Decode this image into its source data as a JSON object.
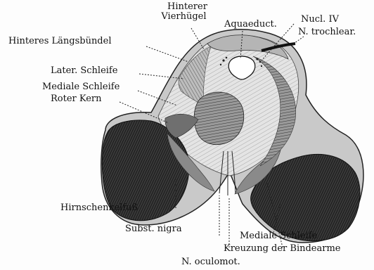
{
  "labels": {
    "hinterer_vierhuegel": [
      "Hinterer",
      "Vierhügel"
    ],
    "aquaeduct": "Aquaeduct.",
    "nucl_iv": "Nucl. IV",
    "n_trochlear": "N. trochlear.",
    "hinteres_laengsbuendel": "Hinteres Längsbündel",
    "later_schleife": "Later. Schleife",
    "mediale_schleife_left": "Mediale Schleife",
    "roter_kern": "Roter Kern",
    "hirnschenkelfuss": "Hirnschenkelfuß",
    "subst_nigra": "Subst. nigra",
    "mediale_schleife_right": "Mediale Schleife",
    "kreuzung_der_bindearme": "Kreuzung der Bindearme",
    "n_oculomot": "N. oculomot."
  },
  "colors": {
    "ink": "#111111",
    "tissue_dark": "#2a2a2a",
    "tissue_mid": "#7a7a7a",
    "tissue_light": "#d8d8d8",
    "background": "#fdfdfd"
  }
}
